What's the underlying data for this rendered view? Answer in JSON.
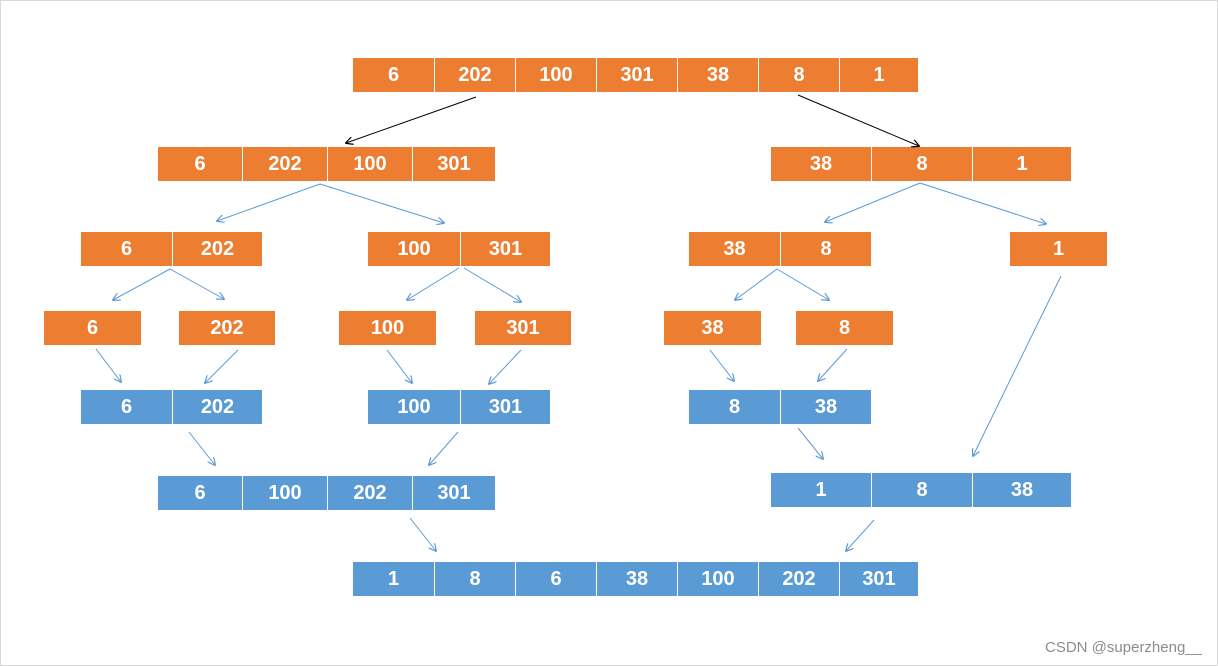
{
  "diagram": {
    "level1_split": [
      "6",
      "202",
      "100",
      "301",
      "38",
      "8",
      "1"
    ],
    "level2_left": [
      "6",
      "202",
      "100",
      "301"
    ],
    "level2_right": [
      "38",
      "8",
      "1"
    ],
    "level3_a": [
      "6",
      "202"
    ],
    "level3_b": [
      "100",
      "301"
    ],
    "level3_c": [
      "38",
      "8"
    ],
    "level3_d": [
      "1"
    ],
    "level4": [
      "6",
      "202",
      "100",
      "301",
      "38",
      "8"
    ],
    "merged_pairs": {
      "a": [
        "6",
        "202"
      ],
      "b": [
        "100",
        "301"
      ],
      "c": [
        "8",
        "38"
      ]
    },
    "merged_left": [
      "6",
      "100",
      "202",
      "301"
    ],
    "merged_right": [
      "1",
      "8",
      "38"
    ],
    "final": [
      "1",
      "8",
      "6",
      "38",
      "100",
      "202",
      "301"
    ]
  },
  "colors": {
    "split": "#ed7d31",
    "merged": "#5b9bd5",
    "arrow_blue": "#5b9bd5",
    "arrow_black": "#000000"
  },
  "watermark": "CSDN @superzheng__"
}
